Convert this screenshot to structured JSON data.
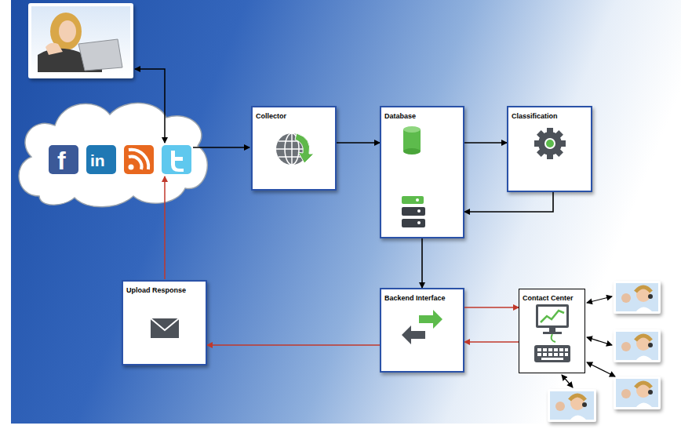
{
  "diagram": {
    "nodes": [
      {
        "text": [
          "Collector"
        ]
      },
      {
        "text": [
          "Database"
        ]
      },
      {
        "text": [
          "Classification"
        ]
      },
      {
        "text": [
          "Upload Response"
        ]
      },
      {
        "text": [
          "Backend Interface"
        ]
      },
      {
        "text": [
          "Contact Center"
        ]
      }
    ],
    "edges": [
      {
        "from": 0,
        "to": 1,
        "arrow": "to"
      },
      {
        "from": 1,
        "to": 2,
        "arrow": "to"
      },
      {
        "from": 2,
        "to": 1,
        "arrow": "to"
      },
      {
        "from": 1,
        "to": 4,
        "arrow": "to"
      },
      {
        "from": 4,
        "to": 5,
        "arrow": "to"
      },
      {
        "from": 5,
        "to": 4,
        "arrow": "to"
      },
      {
        "from": 4,
        "to": 3,
        "arrow": "to"
      }
    ],
    "labels": [
      "f",
      "in"
    ]
  }
}
